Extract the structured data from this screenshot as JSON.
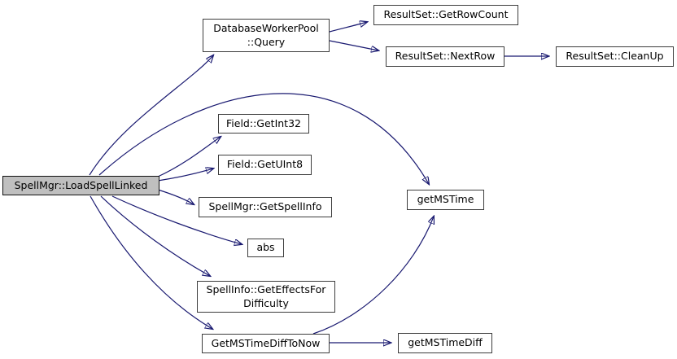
{
  "diagram": {
    "kind": "call-graph",
    "edge_color": "#191970",
    "node_fill": "#ffffff",
    "node_border_color": "#3d3d3d",
    "highlight_fill": "#bfbfbf",
    "highlight_border_color": "#111111",
    "text_color": "#000000"
  },
  "nodes": [
    {
      "id": "loadspelllinked",
      "label": "SpellMgr::LoadSpellLinked",
      "highlighted": true
    },
    {
      "id": "query",
      "label": "DatabaseWorkerPool\n::Query",
      "highlighted": false
    },
    {
      "id": "getrowcount",
      "label": "ResultSet::GetRowCount",
      "highlighted": false
    },
    {
      "id": "nextrow",
      "label": "ResultSet::NextRow",
      "highlighted": false
    },
    {
      "id": "cleanup",
      "label": "ResultSet::CleanUp",
      "highlighted": false
    },
    {
      "id": "getint32",
      "label": "Field::GetInt32",
      "highlighted": false
    },
    {
      "id": "getuint8",
      "label": "Field::GetUInt8",
      "highlighted": false
    },
    {
      "id": "getspellinfo",
      "label": "SpellMgr::GetSpellInfo",
      "highlighted": false
    },
    {
      "id": "abs",
      "label": "abs",
      "highlighted": false
    },
    {
      "id": "geteffectsfordifficulty",
      "label": "SpellInfo::GetEffectsFor\nDifficulty",
      "highlighted": false
    },
    {
      "id": "getmstimedifftonow",
      "label": "GetMSTimeDiffToNow",
      "highlighted": false
    },
    {
      "id": "getmstime",
      "label": "getMSTime",
      "highlighted": false
    },
    {
      "id": "getmstimediff",
      "label": "getMSTimeDiff",
      "highlighted": false
    }
  ],
  "edges": [
    {
      "from": "SpellMgr::LoadSpellLinked",
      "to": "DatabaseWorkerPool::Query"
    },
    {
      "from": "SpellMgr::LoadSpellLinked",
      "to": "getMSTime"
    },
    {
      "from": "SpellMgr::LoadSpellLinked",
      "to": "Field::GetInt32"
    },
    {
      "from": "SpellMgr::LoadSpellLinked",
      "to": "Field::GetUInt8"
    },
    {
      "from": "SpellMgr::LoadSpellLinked",
      "to": "SpellMgr::GetSpellInfo"
    },
    {
      "from": "SpellMgr::LoadSpellLinked",
      "to": "abs"
    },
    {
      "from": "SpellMgr::LoadSpellLinked",
      "to": "SpellInfo::GetEffectsForDifficulty"
    },
    {
      "from": "SpellMgr::LoadSpellLinked",
      "to": "GetMSTimeDiffToNow"
    },
    {
      "from": "DatabaseWorkerPool::Query",
      "to": "ResultSet::GetRowCount"
    },
    {
      "from": "DatabaseWorkerPool::Query",
      "to": "ResultSet::NextRow"
    },
    {
      "from": "ResultSet::NextRow",
      "to": "ResultSet::CleanUp"
    },
    {
      "from": "GetMSTimeDiffToNow",
      "to": "getMSTime"
    },
    {
      "from": "GetMSTimeDiffToNow",
      "to": "getMSTimeDiff"
    }
  ]
}
